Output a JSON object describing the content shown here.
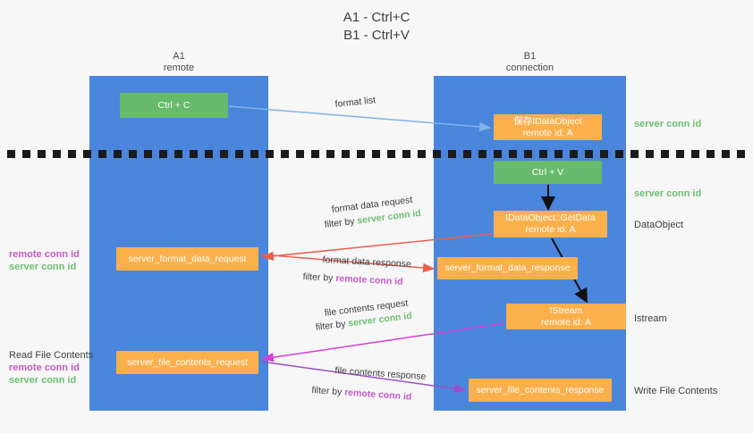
{
  "title": "A1 - Ctrl+C\nB1 - Ctrl+V",
  "columns": {
    "a1": {
      "name": "A1",
      "sub": "remote"
    },
    "b1": {
      "name": "B1",
      "sub": "connection"
    }
  },
  "nodes": {
    "ctrl_c": {
      "line1": "Ctrl + C",
      "line2": ""
    },
    "save_idataobject": {
      "line1": "保存IDataObject",
      "line2": "remote id: A"
    },
    "ctrl_v": {
      "line1": "Ctrl + V",
      "line2": ""
    },
    "getdata": {
      "line1": "IDataObject::GetData",
      "line2": "remote id: A"
    },
    "server_format_data_request": {
      "line1": "server_format_data_request",
      "line2": ""
    },
    "server_format_data_response": {
      "line1": "server_format_data_response",
      "line2": ""
    },
    "istream": {
      "line1": "IStream",
      "line2": "remote id: A"
    },
    "server_file_contents_request": {
      "line1": "server_file_contents_request",
      "line2": ""
    },
    "server_file_contents_response": {
      "line1": "server_file_contents_response",
      "line2": ""
    }
  },
  "right_notes": {
    "server_conn_id_1": "server conn id",
    "server_conn_id_2": "server conn id",
    "dataobject": "DataObject",
    "istream": "Istream",
    "write_file_contents": "Write File Contents"
  },
  "left_notes": {
    "group1": {
      "remote": "remote conn id",
      "server": "server conn id"
    },
    "group2": {
      "heading": "Read File Contents",
      "remote": "remote conn id",
      "server": "server conn id"
    }
  },
  "edges": {
    "format_list": {
      "label": "format list"
    },
    "format_data_request": {
      "label": "format data request",
      "filter_prefix": "filter by ",
      "filter_value": "server conn id"
    },
    "format_data_response": {
      "label": "format data response",
      "filter_prefix": "filter by ",
      "filter_value": "remote conn id"
    },
    "file_contents_request": {
      "label": "file contents request",
      "filter_prefix": "filter by ",
      "filter_value": "server conn id"
    },
    "file_contents_response": {
      "label": "file contents response",
      "filter_prefix": "filter by ",
      "filter_value": "remote conn id"
    }
  },
  "colors": {
    "lane": "#4a86dc",
    "green_node": "#68bb6c",
    "orange_node": "#fbb04c",
    "server_conn_id": "#6cbf73",
    "remote_conn_id": "#c45ac4",
    "arrow_light_blue": "#7fb3e8",
    "arrow_red": "#e8604c",
    "arrow_magenta": "#d63fd6",
    "arrow_purple": "#9b4fc8",
    "arrow_black": "#111111",
    "background": "#f7f7f7"
  }
}
